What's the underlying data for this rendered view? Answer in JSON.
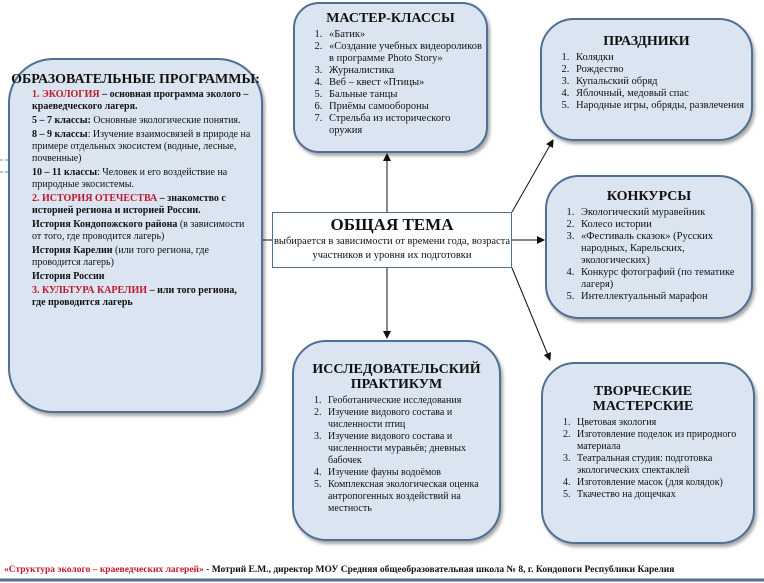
{
  "education": {
    "title": "ОБРАЗОВАТЕЛЬНЫЕ ПРОГРАММЫ:",
    "eco_label": "1. ЭКОЛОГИЯ",
    "eco_text": " – основная программа эколого – краеведческого лагеря.",
    "g57_label": "5 – 7 классы:",
    "g57_text": " Основные экологические понятия.",
    "g89_label": "8 – 9 классы",
    "g89_text": ": Изучение взаимосвязей в природе на примере отдельных экосистем (водные, лесные, почвенные)",
    "g1011_label": "10 – 11 классы",
    "g1011_text": ": Человек и его воздействие на природные экосистемы.",
    "hist_label": "2. ИСТОРИЯ ОТЕЧЕСТВА",
    "hist_text": " – знакомство с историей региона и историей России.",
    "kond_label": "История Кондопожского района",
    "kond_text": " (в зависимости от того, где проводится лагерь)",
    "kar_label": "История Карелии",
    "kar_text": " (или того региона, где проводится лагерь)",
    "rus_label": "История России",
    "cult_label": "3. КУЛЬТУРА КАРЕЛИИ",
    "cult_text": " – или того региона, где проводится лагерь"
  },
  "master": {
    "title": "МАСТЕР-КЛАССЫ",
    "items": [
      "«Батик»",
      "«Создание учебных видеороликов в программе Photo Story»",
      "Журналистика",
      "Веб – квест «Птицы»",
      "Бальные танцы",
      "Приёмы самообороны",
      "Стрельба из исторического оружия"
    ]
  },
  "holidays": {
    "title": "ПРАЗДНИКИ",
    "items": [
      "Колядки",
      "Рождество",
      "Купальский обряд",
      "Яблочный, медовый спас",
      "Народные игры, обряды, развлечения"
    ]
  },
  "contests": {
    "title": "КОНКУРСЫ",
    "items": [
      "Экологический муравейник",
      "Колесо истории",
      "«Фестиваль сказок» (Русских народных, Карельских, экологических)",
      "Конкурс фотографий (по тематике лагеря)",
      "Интеллектуальный марафон"
    ]
  },
  "creative": {
    "title": "ТВОРЧЕСКИЕ МАСТЕРСКИЕ",
    "items": [
      "Цветовая экология",
      "Изготовление поделок из природного материала",
      "Театральная студия: подготовка экологических спектаклей",
      "Изготовление масок (для колядок)",
      "Ткачество на дощечках"
    ]
  },
  "research": {
    "title": "ИССЛЕДОВАТЕЛЬСКИЙ ПРАКТИКУМ",
    "items": [
      "Геоботанические исследования",
      "Изучение видового состава и численности птиц",
      "Изучение видового состава и численности муравьёв; дневных бабочек",
      "Изучение фауны водоёмов",
      "Комплексная экологическая оценка антропогенных воздействий на местность"
    ]
  },
  "center": {
    "title": "ОБЩАЯ ТЕМА",
    "text": "выбирается в зависимости от времени года, возраста участников и уровня их подготовки"
  },
  "footer": {
    "title": "«Структура эколого – краеведческих лагерей»",
    "text": " - Мотрий Е.М., директор   МОУ Средняя общеобразовательная школа № 8,  г. Кондопоги Республики  Карелия"
  }
}
